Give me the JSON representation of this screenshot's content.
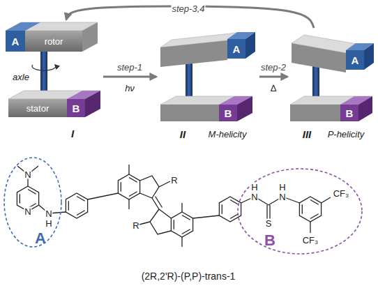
{
  "diagram": {
    "nodes": [
      {
        "text": [
          "I"
        ]
      },
      {
        "text": [
          "A"
        ],
        "in": 0
      },
      {
        "text": [
          "rotor"
        ],
        "in": 0
      },
      {
        "text": [
          "stator"
        ],
        "in": 0
      },
      {
        "text": [
          "B"
        ],
        "in": 0
      },
      {
        "text": [
          "II",
          "M-helicity"
        ]
      },
      {
        "text": [
          "A"
        ],
        "in": 5
      },
      {
        "text": [
          "B"
        ],
        "in": 5
      },
      {
        "text": [
          "III",
          "P-helicity"
        ]
      },
      {
        "text": [
          "A"
        ],
        "in": 8
      },
      {
        "text": [
          "B"
        ],
        "in": 8
      },
      {
        "text": [
          "A"
        ]
      },
      {
        "text": [
          "B"
        ]
      }
    ],
    "edges": [
      {
        "from": 0,
        "to": 5,
        "arrow": "to",
        "label": "step-1"
      },
      {
        "from": 5,
        "to": 8,
        "arrow": "to",
        "label": "step-2"
      },
      {
        "from": 8,
        "to": 0,
        "arrow": "to",
        "label": "step-3,4"
      }
    ],
    "labels": [
      "axle",
      "hν",
      "Δ",
      "N",
      "N",
      "N",
      "H",
      "R",
      "R",
      "H",
      "N",
      "S",
      "H",
      "N",
      "CF₃",
      "CF₃",
      "(2R,2'R)-(P,P)-trans-1"
    ]
  }
}
